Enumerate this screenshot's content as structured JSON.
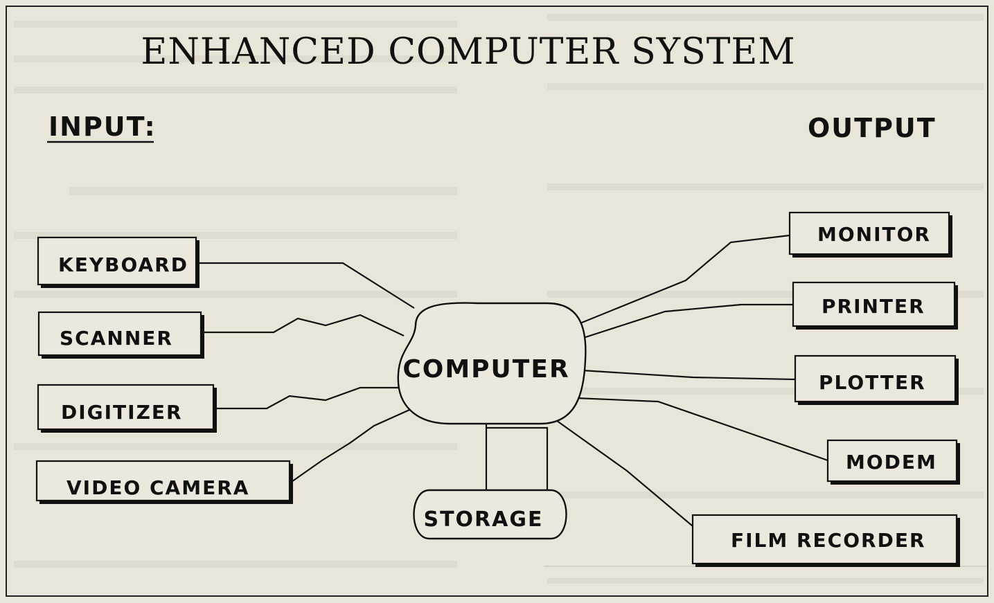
{
  "diagram": {
    "title": "ENHANCED COMPUTER SYSTEM",
    "input_heading": "INPUT:",
    "output_heading": "OUTPUT",
    "center": "COMPUTER",
    "storage": "STORAGE",
    "inputs": [
      "KEYBOARD",
      "SCANNER",
      "DIGITIZER",
      "VIDEO CAMERA"
    ],
    "outputs": [
      "MONITOR",
      "PRINTER",
      "PLOTTER",
      "MODEM",
      "FILM RECORDER"
    ]
  },
  "colors": {
    "paper": "#e9e5d9",
    "ink": "#111111",
    "bleed_text": "#c9c4b8"
  }
}
